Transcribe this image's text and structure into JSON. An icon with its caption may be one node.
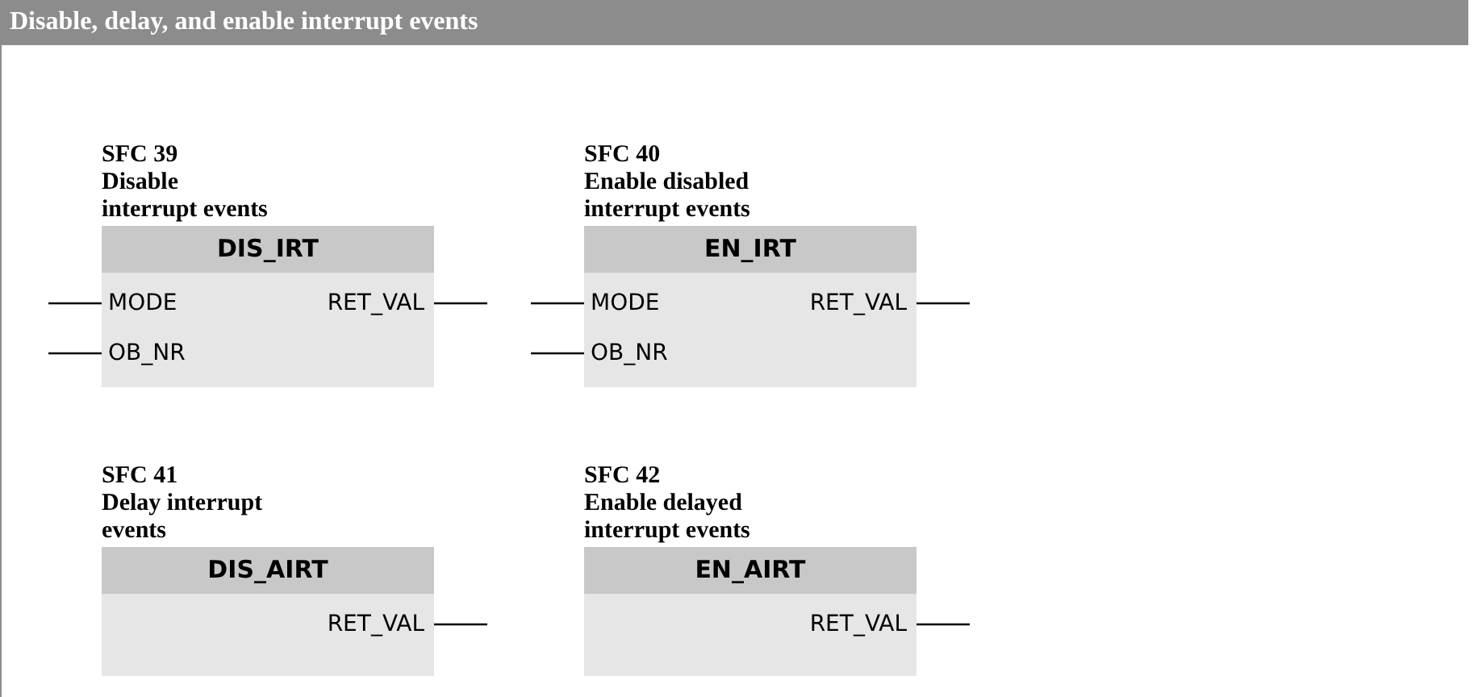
{
  "diagram": {
    "title": "Disable, delay, and enable interrupt events",
    "nodes": [
      {
        "text": [
          "SFC 39",
          "Disable interrupt events",
          "DIS_IRT"
        ]
      },
      {
        "text": [
          "MODE"
        ],
        "in": 0
      },
      {
        "text": [
          "OB_NR"
        ],
        "in": 0
      },
      {
        "text": [
          "RET_VAL"
        ],
        "in": 0
      },
      {
        "text": [
          "SFC 40",
          "Enable disabled interrupt events",
          "EN_IRT"
        ]
      },
      {
        "text": [
          "MODE"
        ],
        "in": 4
      },
      {
        "text": [
          "OB_NR"
        ],
        "in": 4
      },
      {
        "text": [
          "RET_VAL"
        ],
        "in": 4
      },
      {
        "text": [
          "SFC 41",
          "Delay interrupt events",
          "DIS_AIRT"
        ]
      },
      {
        "text": [
          "RET_VAL"
        ],
        "in": 8
      },
      {
        "text": [
          "SFC 42",
          "Enable delayed interrupt events",
          "EN_AIRT"
        ]
      },
      {
        "text": [
          "RET_VAL"
        ],
        "in": 10
      }
    ],
    "edges": [
      {
        "from": null,
        "to": 1,
        "arrow": "none"
      },
      {
        "from": null,
        "to": 2,
        "arrow": "none"
      },
      {
        "from": 3,
        "to": null,
        "arrow": "none"
      },
      {
        "from": null,
        "to": 5,
        "arrow": "none"
      },
      {
        "from": null,
        "to": 6,
        "arrow": "none"
      },
      {
        "from": 7,
        "to": null,
        "arrow": "none"
      },
      {
        "from": 9,
        "to": null,
        "arrow": "none"
      },
      {
        "from": 11,
        "to": null,
        "arrow": "none"
      }
    ]
  }
}
